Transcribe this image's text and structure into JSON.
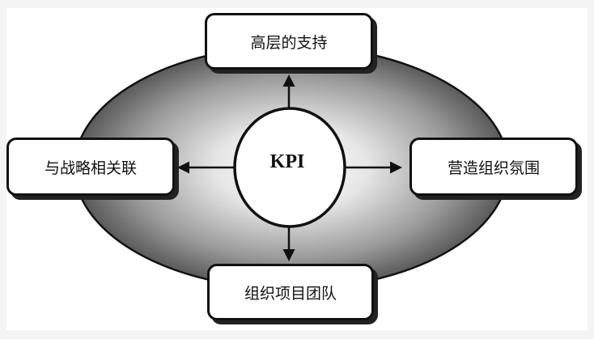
{
  "diagram": {
    "center": "KPI",
    "nodes": {
      "top": "高层的支持",
      "left": "与战略相关联",
      "right": "营造组织氛围",
      "bottom": "组织项目团队"
    }
  },
  "colors": {
    "ellipse_outer": "#5a5a5a",
    "ellipse_inner": "#ffffff",
    "stroke": "#111111",
    "box_fill": "#ffffff"
  }
}
